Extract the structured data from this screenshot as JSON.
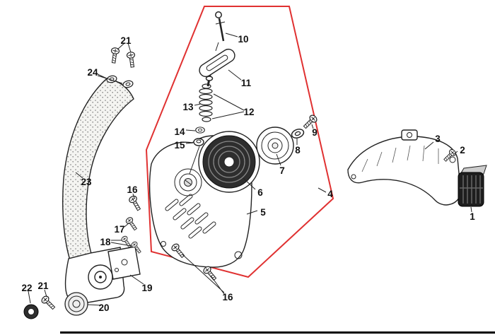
{
  "figure": {
    "callouts": [
      "21",
      "24",
      "10",
      "11",
      "13",
      "12",
      "14",
      "15",
      "9",
      "8",
      "7",
      "6",
      "5",
      "4",
      "3",
      "2",
      "1",
      "23",
      "16",
      "17",
      "18",
      "19",
      "16",
      "20",
      "21",
      "22"
    ],
    "colors": {
      "highlight_outline": "#e03131",
      "line": "#1a1a1a",
      "background": "#ffffff",
      "dark_part_fill": "#2e2e2e"
    }
  }
}
